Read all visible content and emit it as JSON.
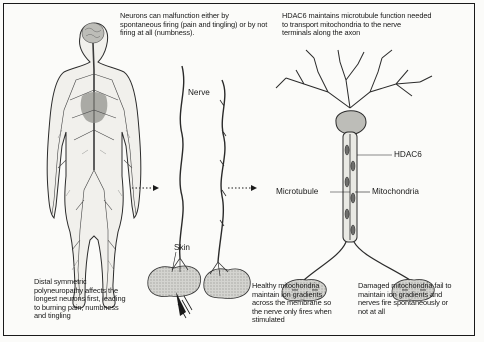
{
  "captions": {
    "neurons_malfunction": "Neurons can malfunction either by spontaneous firing (pain and tingling) or by not firing at all (numbness).",
    "hdac6_function": "HDAC6 maintains microtubule function needed to transport mitochondria to the nerve terminals along the axon",
    "distal_neuropathy": "Distal symmetric polyneuropathy affects the longest neurons first, leading to burning pain, numbness and tingling",
    "healthy_mitochondria": "Healthy mitochondria maintain ion gradients across the membrane so the nerve only fires when stimulated",
    "damaged_mitochondria": "Damaged mitochondria fail to maintain ion gradients and nerves fire spontaneously or not at all"
  },
  "labels": {
    "nerve": "Nerve",
    "skin": "Skin",
    "hdac6": "HDAC6",
    "microtubule": "Microtubule",
    "mitochondria": "Mitochondria"
  },
  "colors": {
    "ink": "#1a1a1a",
    "tissue": "#9a9a98",
    "shadow": "#6e6e6c"
  }
}
